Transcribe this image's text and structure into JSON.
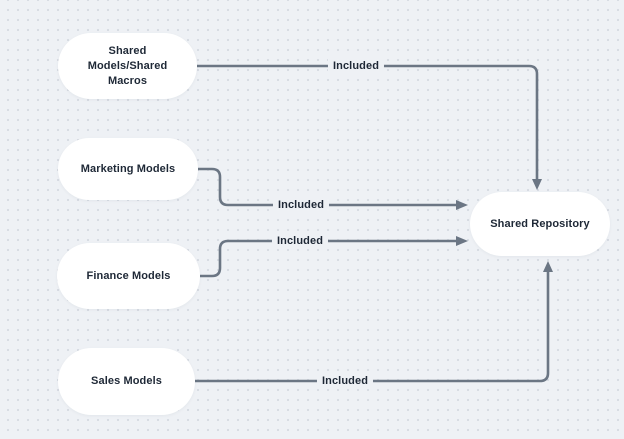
{
  "diagram": {
    "nodes": [
      {
        "id": "shared-models-macros",
        "label": "Shared Models/Shared Macros"
      },
      {
        "id": "marketing-models",
        "label": "Marketing Models"
      },
      {
        "id": "finance-models",
        "label": "Finance Models"
      },
      {
        "id": "sales-models",
        "label": "Sales Models"
      },
      {
        "id": "shared-repository",
        "label": "Shared Repository"
      }
    ],
    "edges": [
      {
        "from": "shared-models-macros",
        "to": "shared-repository",
        "label": "Included",
        "enters": "top"
      },
      {
        "from": "marketing-models",
        "to": "shared-repository",
        "label": "Included",
        "enters": "left"
      },
      {
        "from": "finance-models",
        "to": "shared-repository",
        "label": "Included",
        "enters": "left"
      },
      {
        "from": "sales-models",
        "to": "shared-repository",
        "label": "Included",
        "enters": "bottom"
      }
    ],
    "colors": {
      "background": "#eef1f5",
      "dot": "#d3d8e0",
      "node_fill": "#ffffff",
      "node_text": "#1e2836",
      "connector": "#6b7684"
    }
  }
}
